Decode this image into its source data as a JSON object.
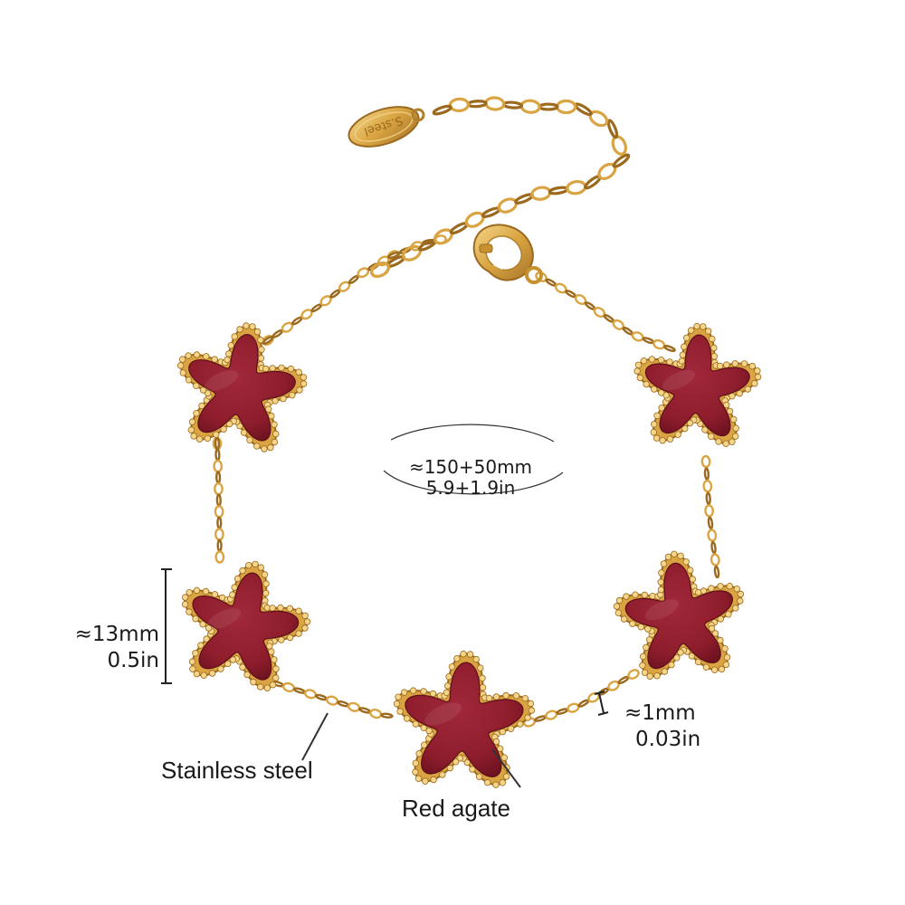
{
  "tag_text": "S.steel",
  "length": {
    "mm": "≈150+50mm",
    "in": "5.9+1.9in"
  },
  "motif_size": {
    "mm": "≈13mm",
    "in": "0.5in"
  },
  "chain_thickness": {
    "mm": "≈1mm",
    "in": "0.03in"
  },
  "material_labels": {
    "chain": "Stainless steel",
    "stone": "Red agate"
  },
  "colors": {
    "gold": "#d9a441",
    "gold_dark": "#9c6a1e",
    "gold_light": "#f4d58a",
    "agate": "#8e1d2c",
    "agate_dark": "#5e0f1a",
    "text": "#1a1a1a"
  }
}
